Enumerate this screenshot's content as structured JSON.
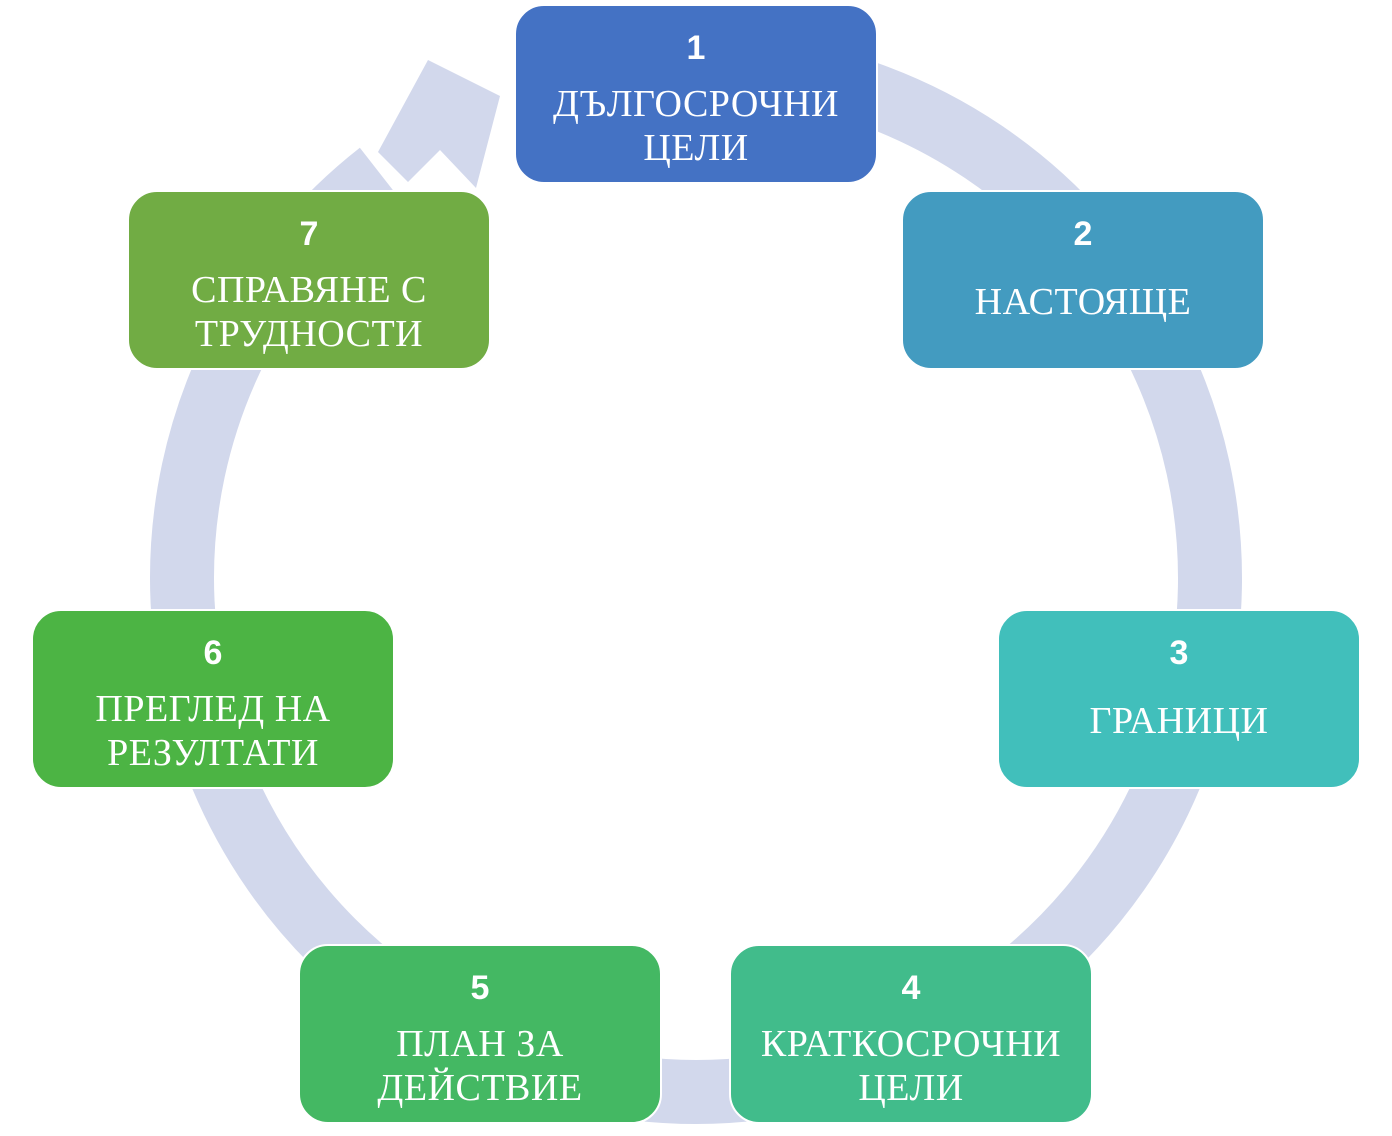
{
  "diagram": {
    "type": "cycle",
    "ring_color": "#d2d8ec",
    "steps": [
      {
        "number": "1",
        "label_line1": "ДЪЛГОСРОЧНИ",
        "label_line2": "ЦЕЛИ",
        "color": "#4472c4"
      },
      {
        "number": "2",
        "label_line1": "НАСТОЯЩЕ",
        "label_line2": "",
        "color": "#439bc0"
      },
      {
        "number": "3",
        "label_line1": "ГРАНИЦИ",
        "label_line2": "",
        "color": "#41bfbb"
      },
      {
        "number": "4",
        "label_line1": "КРАТКОСРОЧНИ",
        "label_line2": "ЦЕЛИ",
        "color": "#41bc8b"
      },
      {
        "number": "5",
        "label_line1": "ПЛАН ЗА",
        "label_line2": "ДЕЙСТВИЕ",
        "color": "#44b863"
      },
      {
        "number": "6",
        "label_line1": "ПРЕГЛЕД НА",
        "label_line2": "РЕЗУЛТАТИ",
        "color": "#4cb444"
      },
      {
        "number": "7",
        "label_line1": "СПРАВЯНЕ С",
        "label_line2": "ТРУДНОСТИ",
        "color": "#71ac44"
      }
    ]
  }
}
